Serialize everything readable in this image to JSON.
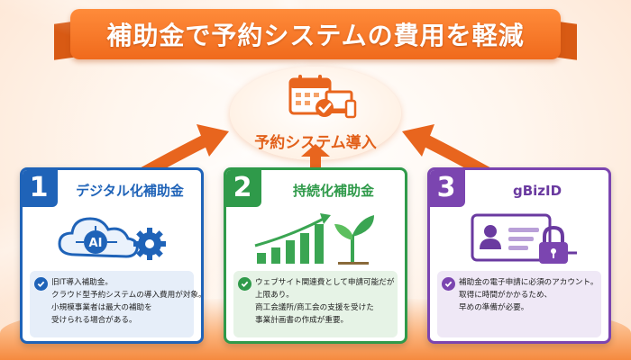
{
  "title": "補助金で予約システムの費用を軽減",
  "hub": {
    "label": "予約システム導入",
    "icon": "calendar-devices-check-icon"
  },
  "colors": {
    "accent": "#f06a1c",
    "blue": "#1f63b8",
    "green": "#2f9a4a",
    "purple": "#7b45b0"
  },
  "cards": [
    {
      "number": "1",
      "title": "デジタル化補助金",
      "icon": "cloud-ai-gear-icon",
      "illus_text": "AI",
      "lines": [
        "旧IT導入補助金。",
        "クラウド型予約システムの導入費用が対象。",
        "小規模事業者は最大の補助を",
        "受けられる場合がある。"
      ]
    },
    {
      "number": "2",
      "title": "持続化補助金",
      "icon": "growth-chart-sprout-icon",
      "lines": [
        "ウェブサイト関連費として申請可能だが",
        "上限あり。",
        "商工会議所/商工会の支援を受けた",
        "事業計画書の作成が重要。"
      ]
    },
    {
      "number": "3",
      "title": "gBizID",
      "icon": "id-card-lock-icon",
      "lines": [
        "補助金の電子申請に必須のアカウント。",
        "取得に時間がかかるため、",
        "早めの準備が必要。"
      ]
    }
  ]
}
